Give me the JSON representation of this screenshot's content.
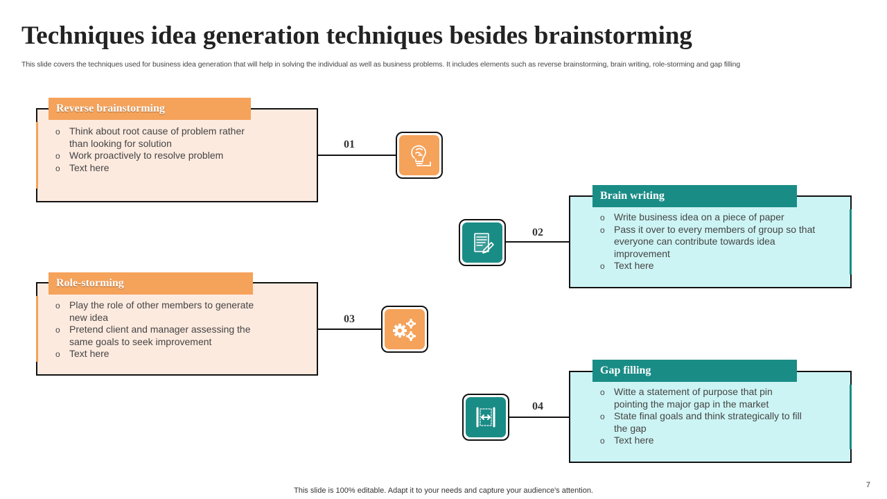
{
  "slide": {
    "title": "Techniques idea generation techniques besides brainstorming",
    "subtitle": "This slide covers the techniques used for business idea generation that will help in solving the individual as well as business problems. It includes elements such as reverse brainstorming, brain writing, role-storming and gap filling",
    "footer": "This slide is 100% editable. Adapt it to your needs and capture your audience's attention.",
    "page_number": "7"
  },
  "colors": {
    "orange": "#f5a25a",
    "orange_light": "#fdeadf",
    "teal": "#1a8c86",
    "teal_light": "#cdf4f4"
  },
  "techniques": [
    {
      "number": "01",
      "title": "Reverse brainstorming",
      "icon": "lightbulb-brain-icon",
      "points": [
        "Think about root cause of problem rather than looking for solution",
        "Work proactively to resolve problem",
        "Text here"
      ]
    },
    {
      "number": "02",
      "title": "Brain writing",
      "icon": "document-pencil-icon",
      "points": [
        "Write business idea on a piece of paper",
        "Pass it over to every members of group so that everyone can contribute towards idea improvement",
        "Text here"
      ]
    },
    {
      "number": "03",
      "title": "Role-storming",
      "icon": "gears-icon",
      "points": [
        "Play the role of other members to generate new idea",
        "Pretend client and manager assessing the same goals to seek improvement",
        "Text here"
      ]
    },
    {
      "number": "04",
      "title": "Gap filling",
      "icon": "gap-arrows-icon",
      "points": [
        "Witte a statement of purpose that pin pointing the major gap in the market",
        "State final goals and think strategically to fill the gap",
        "Text here"
      ]
    }
  ]
}
